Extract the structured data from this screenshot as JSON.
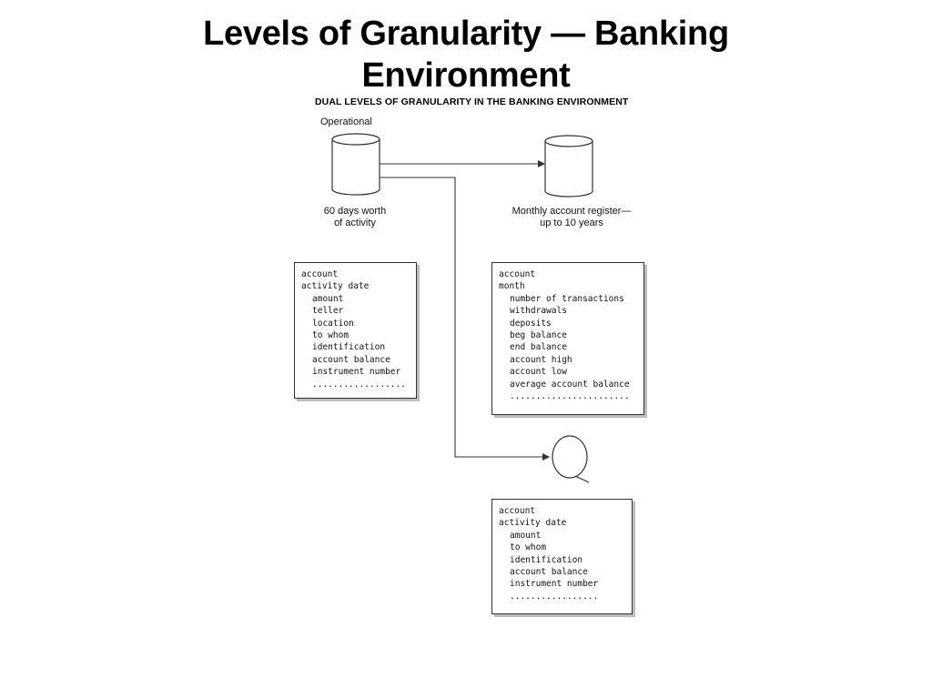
{
  "slide": {
    "title": "Levels of Granularity — Banking Environment"
  },
  "diagram": {
    "heading": "DUAL LEVELS OF GRANULARITY IN THE BANKING ENVIRONMENT",
    "operational_label": "Operational",
    "operational_caption": [
      "60 days worth",
      "of activity"
    ],
    "monthly_caption": [
      "Monthly account register—",
      "up to 10 years"
    ],
    "operational_record": [
      {
        "text": "account",
        "indent": false
      },
      {
        "text": "activity date",
        "indent": false
      },
      {
        "text": "amount",
        "indent": true
      },
      {
        "text": "teller",
        "indent": true
      },
      {
        "text": "location",
        "indent": true
      },
      {
        "text": "to whom",
        "indent": true
      },
      {
        "text": "identification",
        "indent": true
      },
      {
        "text": "account balance",
        "indent": true
      },
      {
        "text": "instrument number",
        "indent": true
      },
      {
        "text": "..................",
        "indent": true
      }
    ],
    "monthly_record": [
      {
        "text": "account",
        "indent": false
      },
      {
        "text": "month",
        "indent": false
      },
      {
        "text": "number of transactions",
        "indent": true
      },
      {
        "text": "withdrawals",
        "indent": true
      },
      {
        "text": "deposits",
        "indent": true
      },
      {
        "text": "beg balance",
        "indent": true
      },
      {
        "text": "end balance",
        "indent": true
      },
      {
        "text": "account high",
        "indent": true
      },
      {
        "text": "account low",
        "indent": true
      },
      {
        "text": "average account balance",
        "indent": true
      },
      {
        "text": ".......................",
        "indent": true
      }
    ],
    "query_record": [
      {
        "text": "account",
        "indent": false
      },
      {
        "text": "activity date",
        "indent": false
      },
      {
        "text": "amount",
        "indent": true
      },
      {
        "text": "to whom",
        "indent": true
      },
      {
        "text": "identification",
        "indent": true
      },
      {
        "text": "account balance",
        "indent": true
      },
      {
        "text": "instrument number",
        "indent": true
      },
      {
        "text": ".................",
        "indent": true
      }
    ],
    "line_color": "#333333",
    "icons": {
      "operational_store": "cylinder-database-icon",
      "monthly_store": "cylinder-database-icon",
      "query": "magnifier-query-icon"
    }
  }
}
